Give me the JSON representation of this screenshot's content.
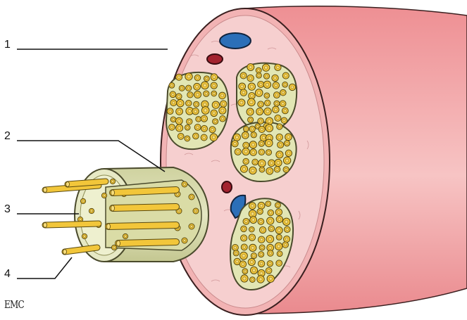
{
  "callouts": [
    {
      "number": "1"
    },
    {
      "number": "2"
    },
    {
      "number": "3"
    },
    {
      "number": "4"
    }
  ],
  "logo_text": "EMC",
  "colors": {
    "epineurium": "#f0a8aa",
    "epineurium_side": "#ec9497",
    "epineurium_inner": "#f6cfcf",
    "outline": "#3a1f1f",
    "fascicle_fill": "#e2e6b4",
    "perineurium": "#4a4a2c",
    "axon_fill": "#f2c63a",
    "axon_core": "#f7dc7a",
    "vein": "#2c6fb8",
    "artery": "#a3232f",
    "sleeve": "#dfe1bb",
    "sleeve_side": "#c9cc98"
  }
}
